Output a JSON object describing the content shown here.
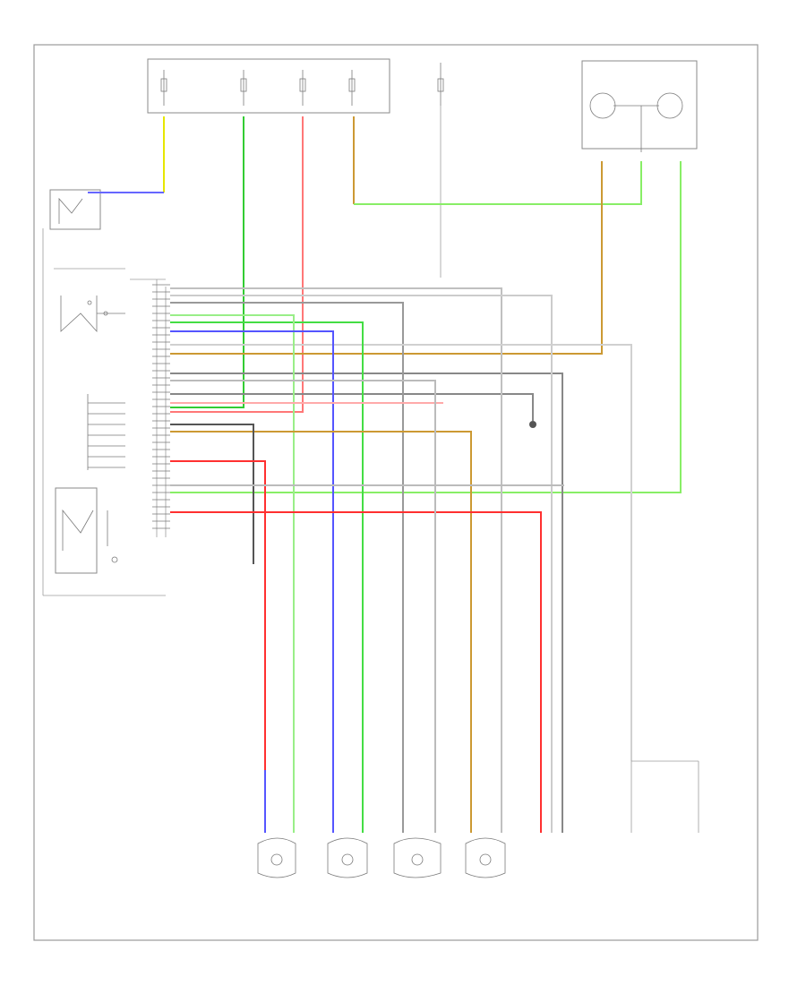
{
  "diagram": {
    "corner_code": "",
    "fuse_boxes": [
      {
        "id": "fuse-1",
        "label": ""
      },
      {
        "id": "fuse-2",
        "label": ""
      },
      {
        "id": "fuse-3",
        "label": ""
      },
      {
        "id": "fuse-4",
        "label": ""
      },
      {
        "id": "fuse-5",
        "label": ""
      }
    ],
    "components": {
      "control_module": "",
      "combination_meter": "",
      "sensor_rr": "",
      "sensor_rf": "",
      "sensor_lr": "",
      "sensor_lf": "",
      "brake_switch": "",
      "connector_1": "",
      "connector_2": "",
      "ground": ""
    },
    "wire_colors": {
      "red": "#ff3030",
      "pink": "#ff8080",
      "green": "#33cc33",
      "light_green": "#88ee66",
      "blue": "#3333ff",
      "light_blue": "#8080ff",
      "tan": "#cc9933",
      "yellow": "#e6e600",
      "gray": "#888888",
      "dark": "#444444"
    }
  }
}
